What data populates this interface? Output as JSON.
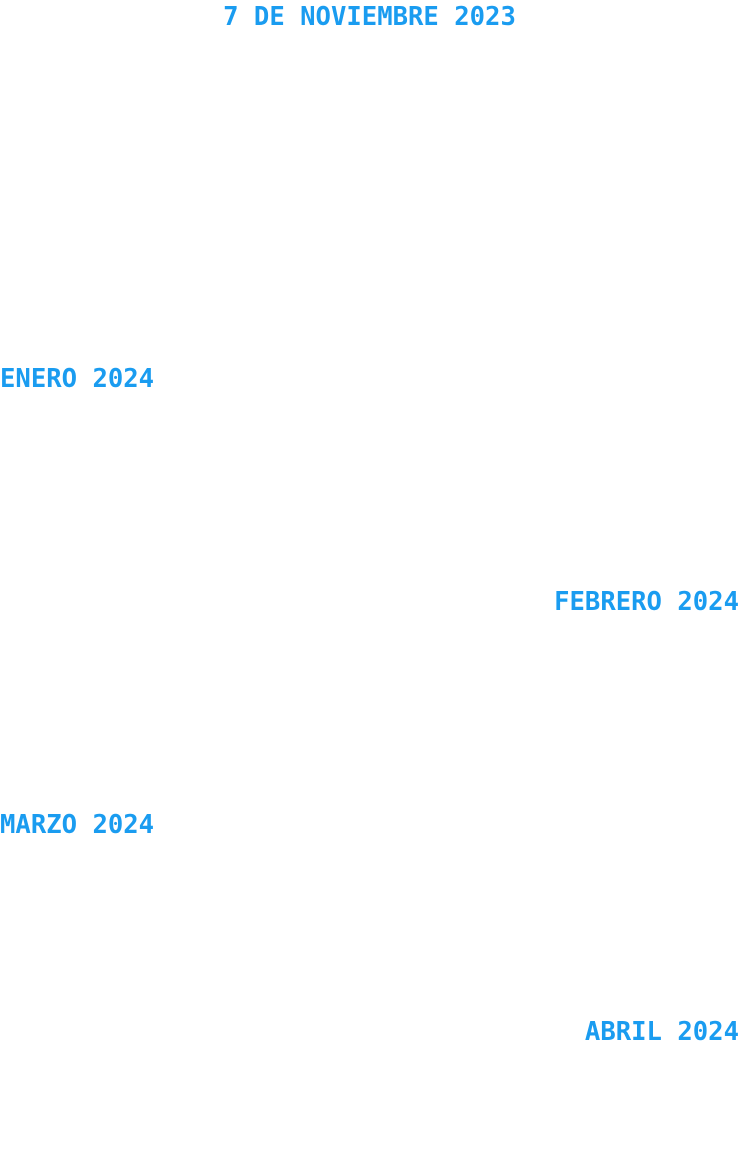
{
  "accent_color": "#1a9cf0",
  "timeline": {
    "entries": [
      {
        "label": "7 DE NOVIEMBRE 2023"
      },
      {
        "label": "ENERO 2024"
      },
      {
        "label": "FEBRERO 2024"
      },
      {
        "label": "MARZO 2024"
      },
      {
        "label": "ABRIL 2024"
      }
    ]
  }
}
